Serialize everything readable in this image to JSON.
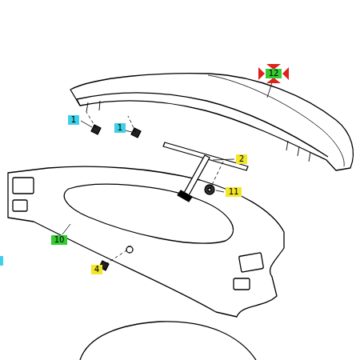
{
  "diagram": {
    "labels": [
      "12",
      "1",
      "1",
      "2",
      "11",
      "10",
      "4"
    ]
  }
}
